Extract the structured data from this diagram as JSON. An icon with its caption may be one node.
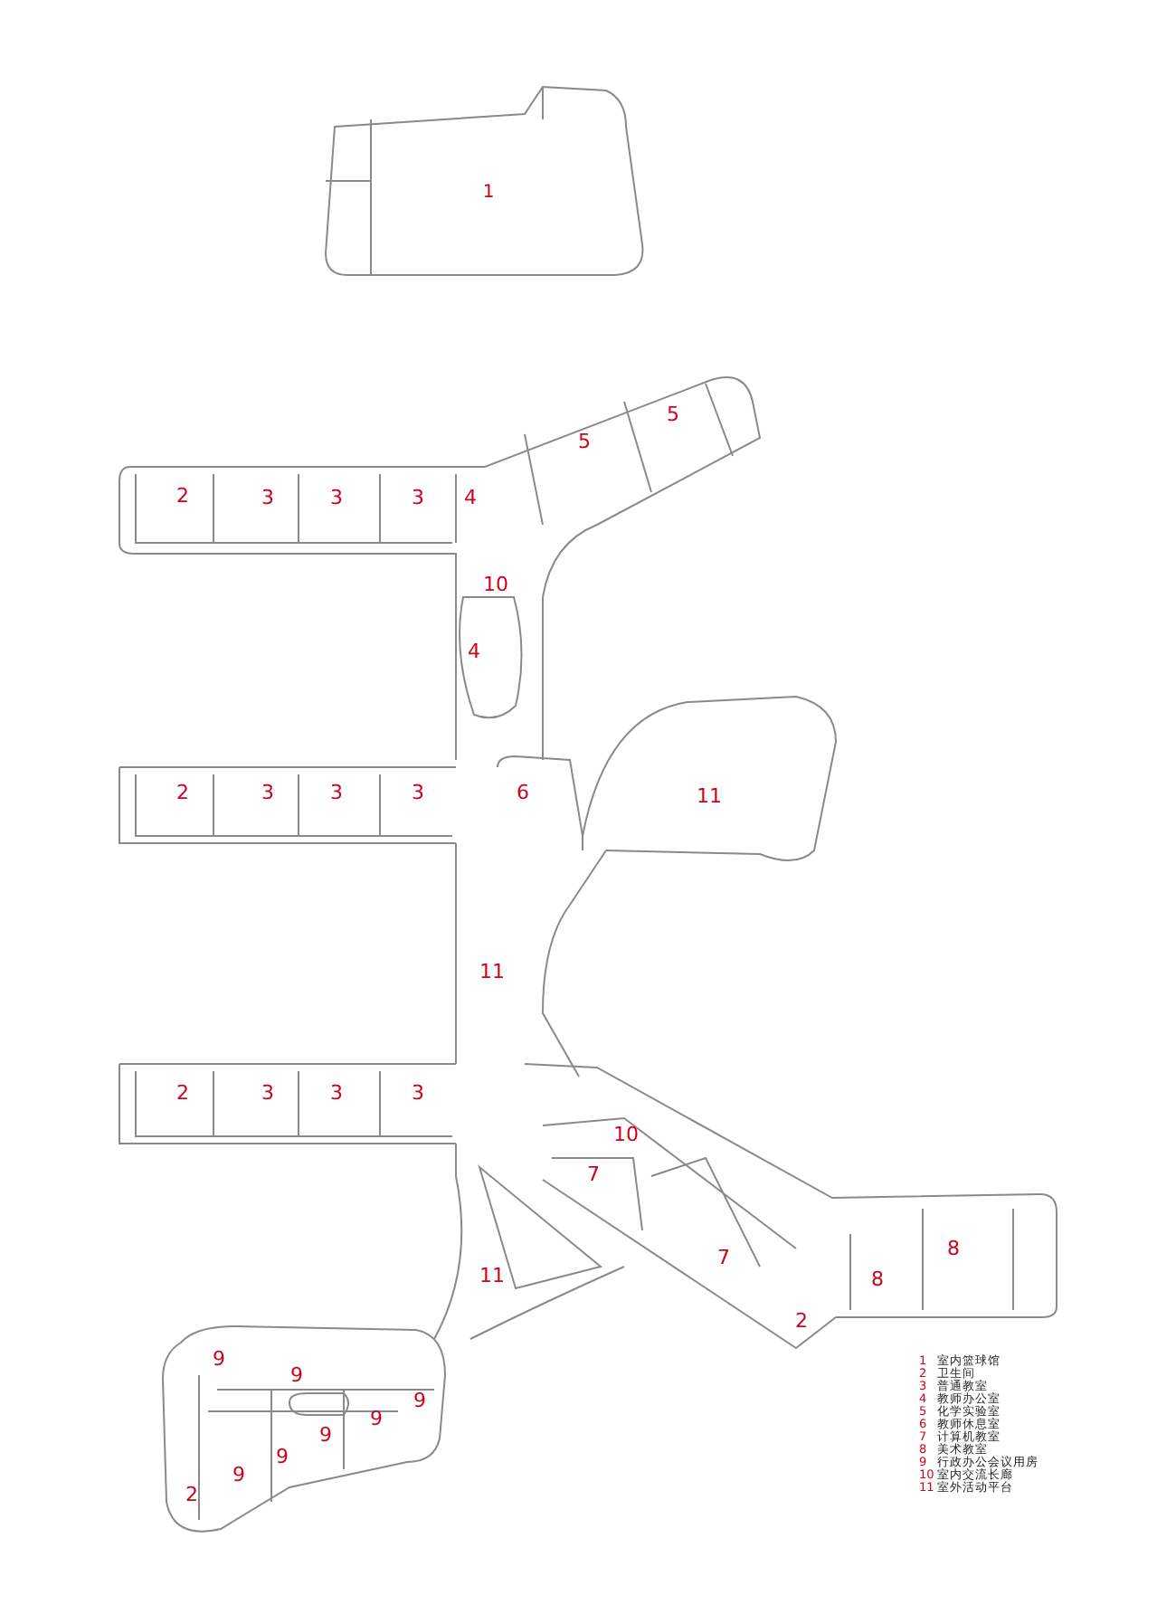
{
  "diagram": {
    "labels": [
      "1",
      "5",
      "5",
      "2",
      "3",
      "3",
      "3",
      "4",
      "10",
      "4",
      "2",
      "3",
      "3",
      "3",
      "6",
      "11",
      "11",
      "2",
      "3",
      "3",
      "3",
      "10",
      "7",
      "11",
      "7",
      "8",
      "8",
      "2",
      "9",
      "9",
      "9",
      "9",
      "9",
      "9",
      "9",
      "2",
      "1",
      "室内篮球馆",
      "2",
      "卫生间",
      "3",
      "普通教室",
      "4",
      "教师办公室",
      "5",
      "化学实验室",
      "6",
      "教师休息室",
      "7",
      "计算机教室",
      "8",
      "美术教室",
      "9",
      "行政办公会议用房",
      "10",
      "室内交流长廊",
      "11",
      "室外活动平台"
    ]
  }
}
